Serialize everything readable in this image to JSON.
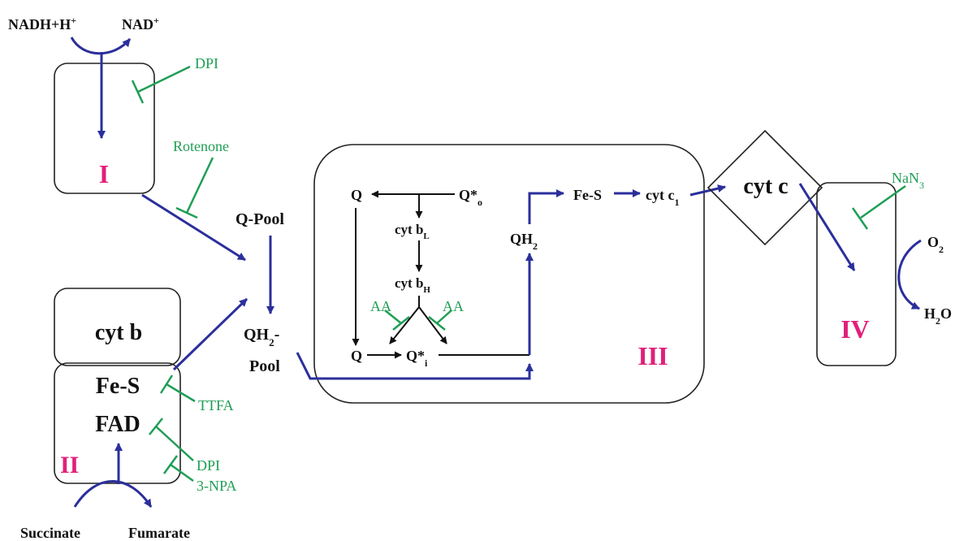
{
  "colors": {
    "electron_flow": "#2b2f9b",
    "inhibitor": "#1f9e55",
    "complex_numeral": "#e0207a",
    "text": "#111111",
    "outline": "#222222"
  },
  "substrates": {
    "nadh": "NADH+H",
    "nadh_sup": "+",
    "nad": "NAD",
    "nad_sup": "+",
    "succinate": "Succinate",
    "fumarate": "Fumarate",
    "o2": "O",
    "o2_sub": "2",
    "h2o_h": "H",
    "h2o_sub": "2",
    "h2o_o": "O"
  },
  "complexes": {
    "complex_1": "I",
    "complex_2": "II",
    "complex_3": "III",
    "complex_4": "IV"
  },
  "complex_2_parts": {
    "cyt_b": "cyt b",
    "fe_s": "Fe-S",
    "fad": "FAD"
  },
  "pools": {
    "q_pool": "Q-Pool",
    "qh2_pool_line1": "QH",
    "qh2_pool_sub": "2",
    "qh2_pool_dash": "-",
    "qh2_pool_line2": "Pool"
  },
  "q_cycle": {
    "q_top": "Q",
    "q_o": "Q*",
    "q_o_sub": "o",
    "cyt_bl": "cyt b",
    "cyt_bl_sub": "L",
    "cyt_bh": "cyt b",
    "cyt_bh_sub": "H",
    "q_bottom": "Q",
    "q_i": "Q*",
    "q_i_sub": "i",
    "qh2": "QH",
    "qh2_sub": "2",
    "fe_s": "Fe-S",
    "cyt_c1": "cyt c",
    "cyt_c1_sub": "1"
  },
  "cyt_c": "cyt c",
  "inhibitors": {
    "dpi_1": "DPI",
    "rotenone": "Rotenone",
    "ttfa": "TTFA",
    "dpi_2": "DPI",
    "npa": "3-NPA",
    "aa_left": "AA",
    "aa_right": "AA",
    "nan3": "NaN",
    "nan3_sub": "3"
  }
}
